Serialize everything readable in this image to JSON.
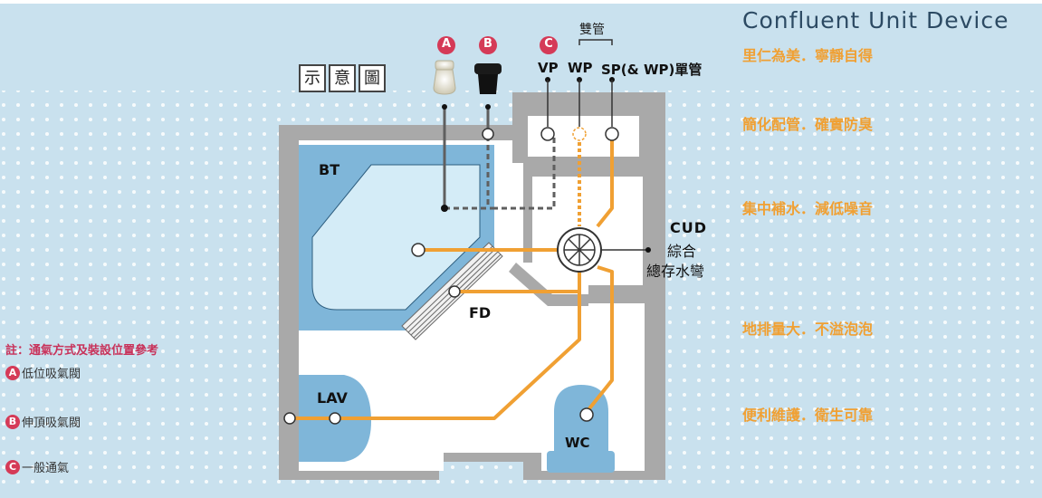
{
  "title": "Confluent Unit Device",
  "features": [
    "里仁為美．寧靜自得",
    "簡化配管．確實防臭",
    "集中補水．減低噪音",
    "地排量大．不溢泡泡",
    "便利維護．衛生可靠"
  ],
  "schematic_label": [
    "示",
    "意",
    "圖"
  ],
  "valve_badges": {
    "a": "A",
    "b": "B",
    "c": "C"
  },
  "pipe_labels": {
    "double_pipe": "雙管",
    "vp": "VP",
    "wp": "WP",
    "sp": "SP(& WP)單管"
  },
  "room_labels": {
    "bt": "BT",
    "fd": "FD",
    "lav": "LAV",
    "wc": "WC",
    "cud": "CUD",
    "cud_line1": "綜合",
    "cud_line2": "總存水彎"
  },
  "notes": {
    "title": "註：通氣方式及裝設位置參考",
    "items": [
      {
        "badge": "A",
        "text": "低位吸氣閥"
      },
      {
        "badge": "B",
        "text": "伸頂吸氣閥"
      },
      {
        "badge": "C",
        "text": "一般通氣"
      }
    ]
  },
  "colors": {
    "background": "#c9e1ee",
    "wall": "#a9a9a9",
    "fixture": "#7fb6d9",
    "drain_pipe": "#f0a033",
    "vent_pipe": "#5f5f5f",
    "feature_text": "#f0a033",
    "note_badge": "#d53a57"
  }
}
